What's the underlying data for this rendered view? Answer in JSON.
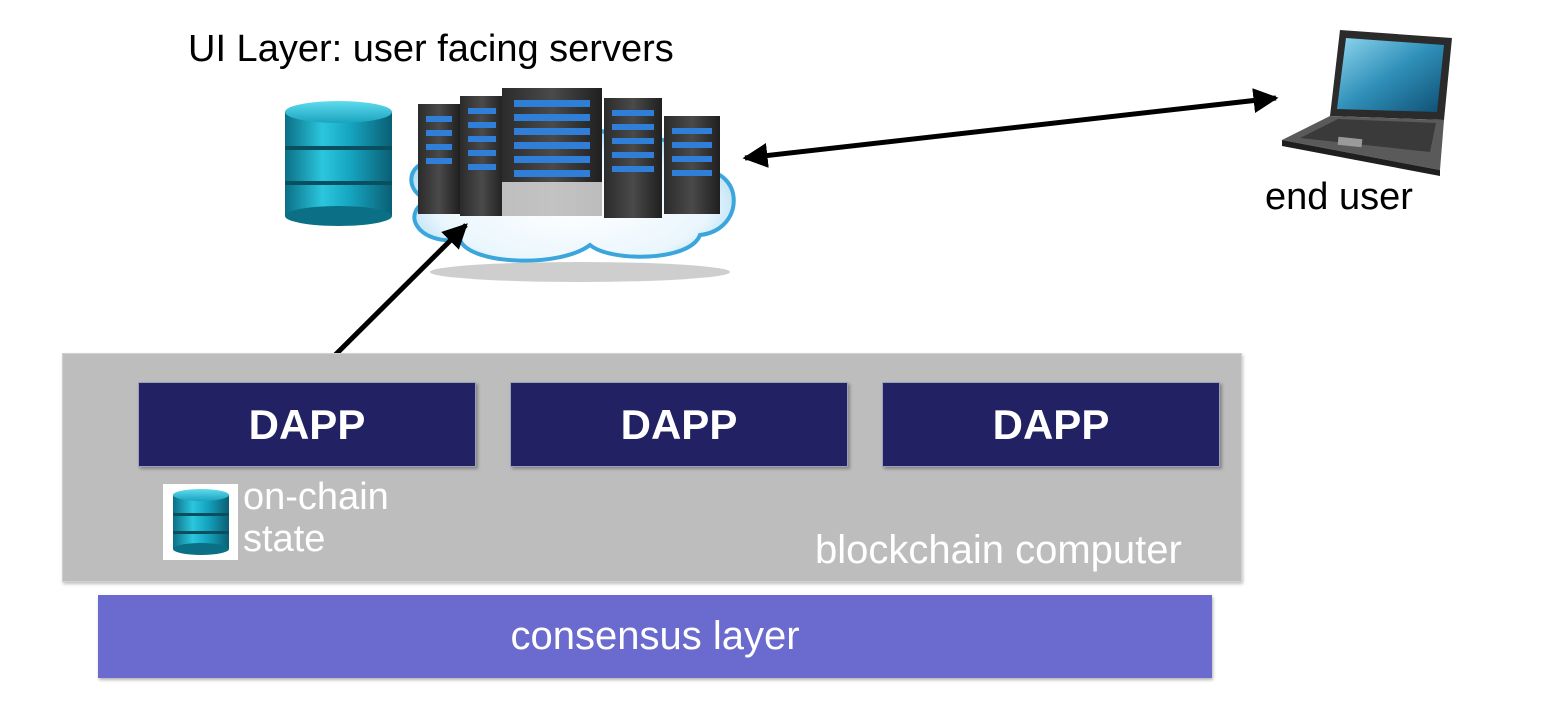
{
  "ui_layer": {
    "title": "UI Layer: user facing servers"
  },
  "end_user": {
    "label": "end user"
  },
  "blockchain": {
    "dapps": [
      {
        "label": "DAPP"
      },
      {
        "label": "DAPP"
      },
      {
        "label": "DAPP"
      }
    ],
    "onchain_state": {
      "line1": "on-chain",
      "line2": "state"
    },
    "label": "blockchain computer"
  },
  "consensus": {
    "label": "consensus layer"
  },
  "colors": {
    "dapp_box": "#212163",
    "panel": "#bdbdbd",
    "consensus_bar": "#6b6bcf",
    "database": "#1aa3bf"
  },
  "icons": [
    "database-icon",
    "server-rack-icon",
    "cloud-icon",
    "laptop-icon"
  ]
}
